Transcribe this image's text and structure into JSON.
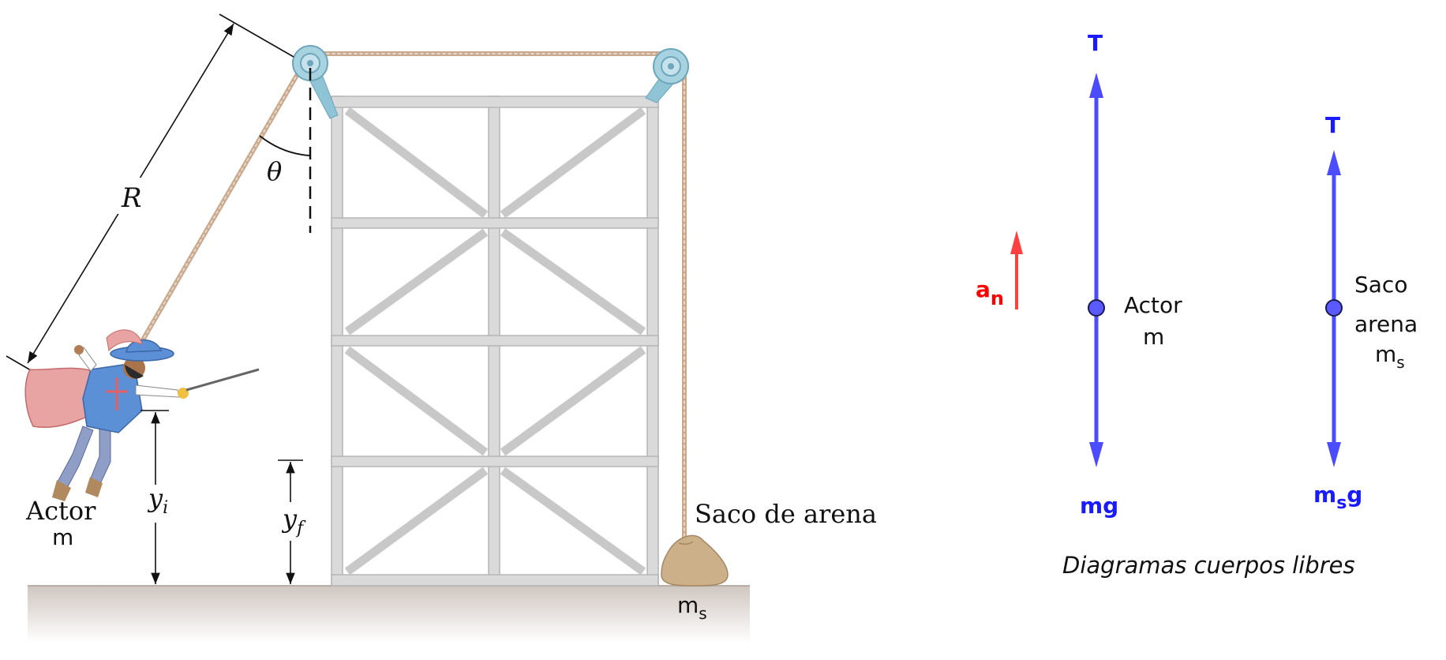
{
  "scene": {
    "label_R": "R",
    "label_theta": "θ",
    "label_yi_main": "y",
    "label_yi_sub": "i",
    "label_yf_main": "y",
    "label_yf_sub": "f",
    "actor_label": "Actor",
    "actor_mass": "m",
    "sandbag_label": "Saco de arena",
    "sandbag_mass_main": "m",
    "sandbag_mass_sub": "s"
  },
  "fbd": {
    "caption": "Diagramas cuerpos libres",
    "accel_main": "a",
    "accel_sub": "n",
    "actor": {
      "tension": "T",
      "weight": "mg",
      "label": "Actor",
      "mass": "m"
    },
    "sandbag": {
      "tension": "T",
      "weight_main": "m",
      "weight_sub": "s",
      "weight_tail": "g",
      "label_line1": "Saco",
      "label_line2": "arena",
      "mass_main": "m",
      "mass_sub": "s"
    }
  },
  "colors": {
    "force_blue": "#4b4bff",
    "accel_red": "#ff4040",
    "label_blue": "#1a1aff",
    "label_red": "#ff0000",
    "frame_gray": "#d4d4d4",
    "rope": "#c9a98e",
    "pulley": "#8fc3d6",
    "ground": "#d9d2cc"
  }
}
